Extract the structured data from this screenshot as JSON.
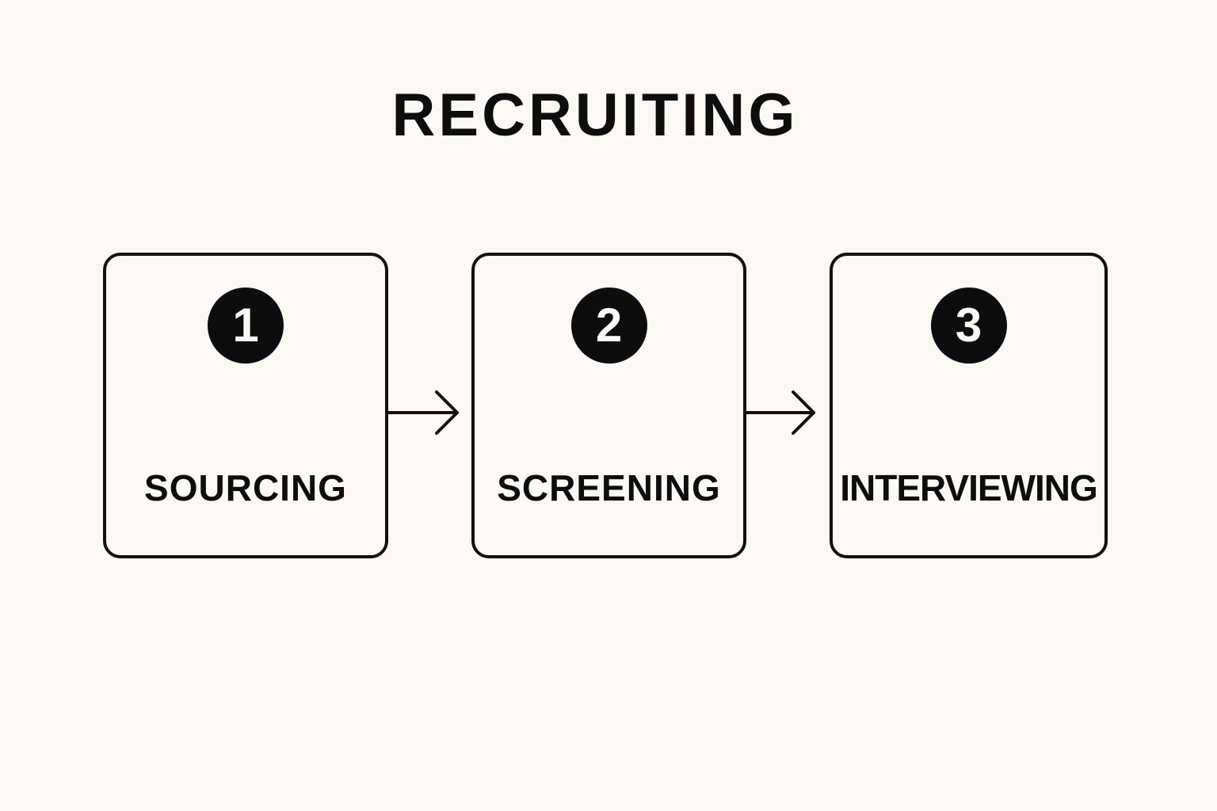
{
  "diagram": {
    "title": "RECRUITING",
    "steps": [
      {
        "number": "1",
        "label": "SOURCING"
      },
      {
        "number": "2",
        "label": "SCREENING"
      },
      {
        "number": "3",
        "label": "INTERVIEWING"
      }
    ],
    "connectors": [
      {
        "from": "1",
        "to": "2",
        "icon": "right-arrow-icon"
      },
      {
        "from": "2",
        "to": "3",
        "icon": "right-arrow-icon"
      }
    ],
    "colors": {
      "background": "#fcf9f4",
      "ink": "#0d0d0d"
    }
  }
}
